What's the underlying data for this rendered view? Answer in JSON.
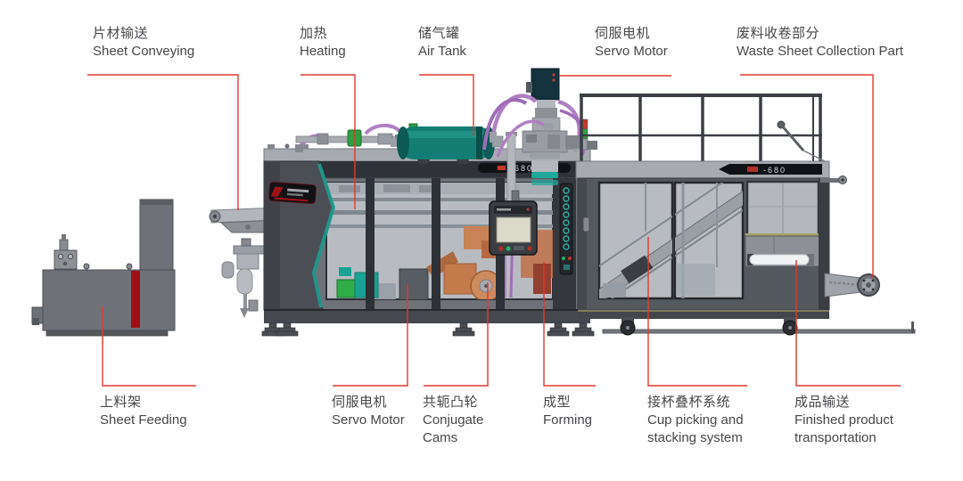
{
  "labels": {
    "top": [
      {
        "zh": "片材输送",
        "en": "Sheet Conveying"
      },
      {
        "zh": "加热",
        "en": "Heating"
      },
      {
        "zh": "储气罐",
        "en": "Air Tank"
      },
      {
        "zh": "伺服电机",
        "en": "Servo Motor"
      },
      {
        "zh": "废料收卷部分",
        "en": "Waste Sheet Collection Part"
      }
    ],
    "bottom": [
      {
        "zh": "上料架",
        "en": "Sheet Feeding"
      },
      {
        "zh": "伺服电机",
        "en": "Servo Motor"
      },
      {
        "zh": "共轭凸轮",
        "en": "Conjugate Cams"
      },
      {
        "zh": "成型",
        "en": "Forming"
      },
      {
        "zh": "接杯叠杯系统",
        "en": "Cup picking and stacking system"
      },
      {
        "zh": "成品输送",
        "en": "Finished product transportation"
      }
    ]
  },
  "badges": {
    "main_model": "-680",
    "right_model": "-680"
  },
  "colors": {
    "leader_red": "#e0392e",
    "label_text": "#47474a",
    "machine_dark": "#33363b",
    "machine_mid": "#54585f",
    "machine_light": "#9ca1a7",
    "glass": "#b8bcc1",
    "teal_accent": "#1d9c90",
    "air_tank_teal": "#147d73",
    "hose_purple": "#b07fc5",
    "valve_green": "#2f9e41",
    "feeder_stripe_red": "#9c1016",
    "cam_orange": "#c57a4e"
  }
}
